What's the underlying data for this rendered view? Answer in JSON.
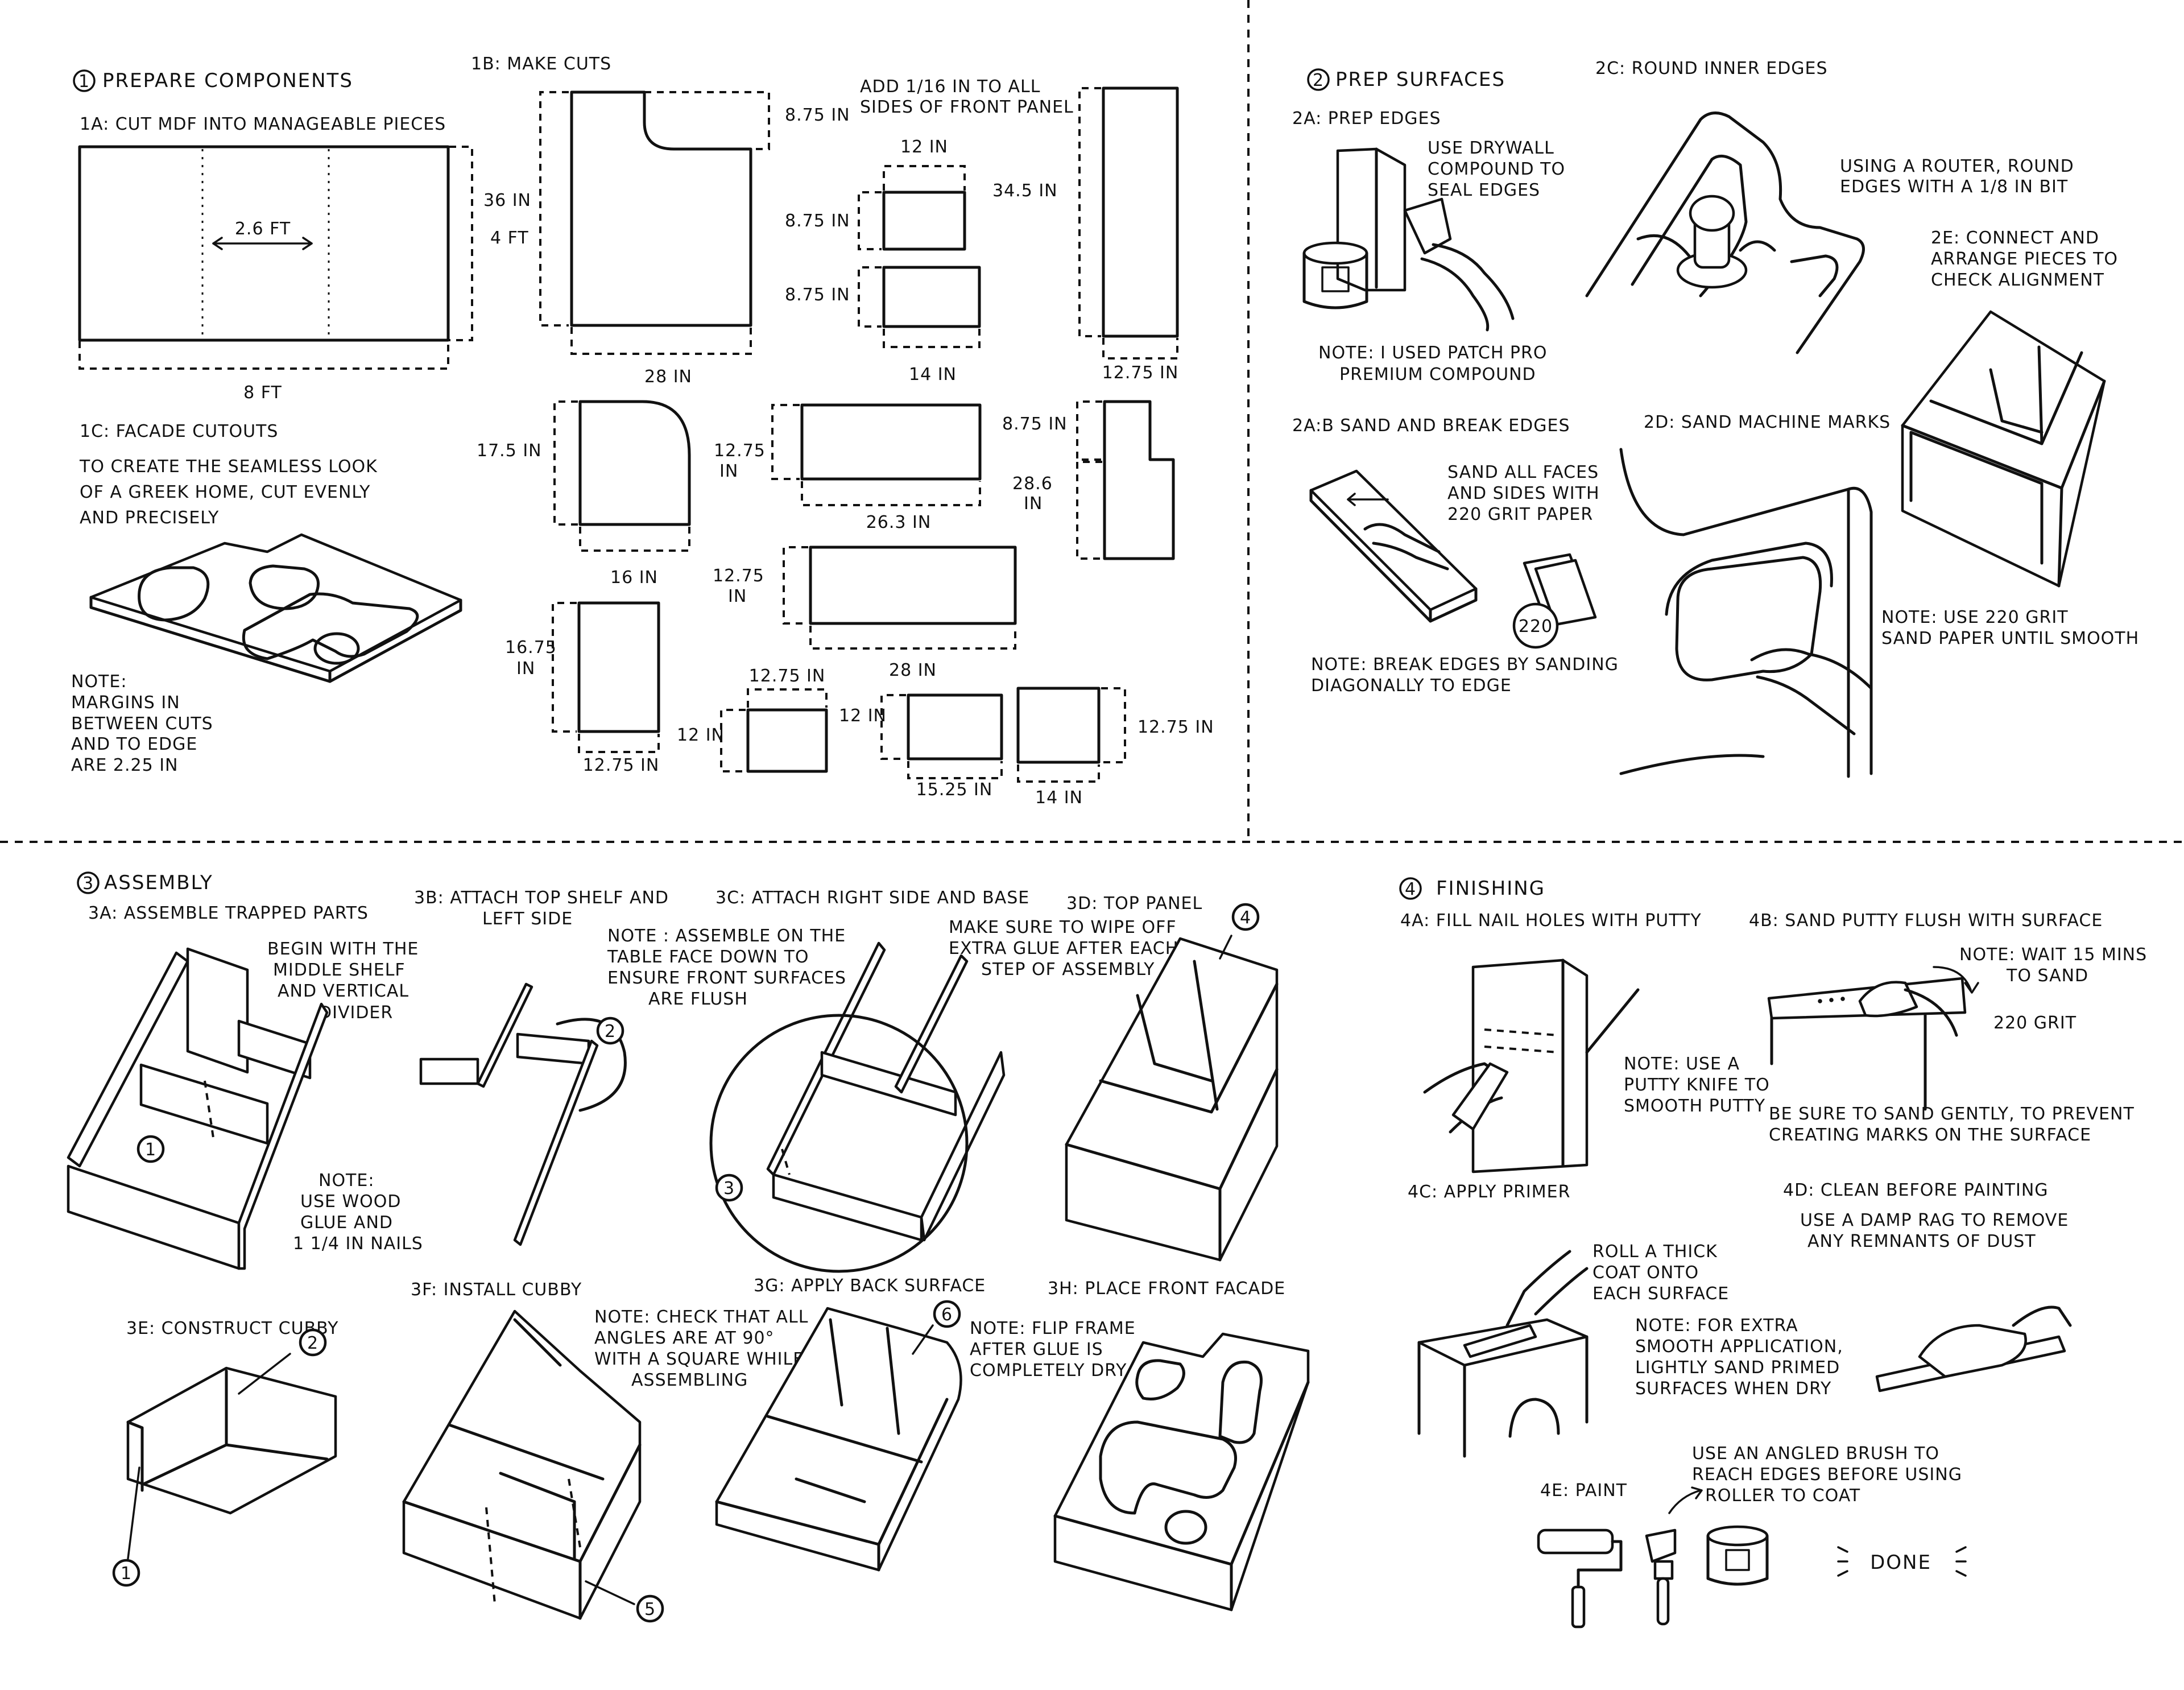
{
  "section1": {
    "title": "PREPARE COMPONENTS",
    "num": "1",
    "s1a": "1A: CUT MDF INTO MANAGEABLE PIECES",
    "dim_26": "2.6 FT",
    "dim_4ft": "4 FT",
    "dim_8ft": "8 FT",
    "s1b": "1B: MAKE CUTS",
    "s1c": "1C: FACADE CUTOUTS",
    "s1c_text": [
      "TO CREATE THE SEAMLESS LOOK",
      "OF A GREEK HOME, CUT EVENLY",
      "AND PRECISELY"
    ],
    "note_margins": [
      "NOTE:",
      "MARGINS IN",
      "BETWEEN CUTS",
      "AND TO EDGE",
      "ARE 2.25 IN"
    ],
    "add_note": [
      "ADD 1/16 IN TO ALL",
      "SIDES OF FRONT PANEL"
    ],
    "dims": {
      "d875a": "8.75 IN",
      "d36": "36 IN",
      "d28a": "28 IN",
      "d12a": "12 IN",
      "d875b": "8.75 IN",
      "d875c": "8.75 IN",
      "d14a": "14 IN",
      "d345": "34.5 IN",
      "d1275a": "12.75 IN",
      "d175": "17.5 IN",
      "d16": "16 IN",
      "d1275b": "12.75",
      "d1275b2": "IN",
      "d263": "26.3 IN",
      "d875d": "8.75 IN",
      "d286": "28.6",
      "d286b": "IN",
      "d1275c": "12.75",
      "d1275c2": "IN",
      "d28b": "28 IN",
      "d1675": "16.75",
      "d1675b": "IN",
      "d1275d": "12.75 IN",
      "d1275e": "12.75 IN",
      "d12b": "12 IN",
      "d12c": "12 IN",
      "d1525": "15.25 IN",
      "d14b": "14 IN",
      "d1275f": "12.75 IN"
    }
  },
  "section2": {
    "title": "PREP SURFACES",
    "num": "2",
    "s2a": "2A: PREP EDGES",
    "s2a_text": [
      "USE DRYWALL",
      "COMPOUND TO",
      "SEAL EDGES"
    ],
    "s2a_note": [
      "NOTE: I USED PATCH PRO",
      "PREMIUM COMPOUND"
    ],
    "s2b": "2A:B SAND AND BREAK EDGES",
    "s2b_text": [
      "SAND ALL FACES",
      "AND SIDES WITH",
      "220 GRIT PAPER"
    ],
    "s2b_label": "220",
    "s2b_note": [
      "NOTE: BREAK EDGES BY SANDING",
      "DIAGONALLY TO EDGE"
    ],
    "s2c": "2C: ROUND INNER EDGES",
    "s2c_text": [
      "USING A ROUTER, ROUND",
      "EDGES WITH A 1/8 IN BIT"
    ],
    "s2d": "2D: SAND MACHINE MARKS",
    "s2e": [
      "2E: CONNECT AND",
      "ARRANGE PIECES TO",
      "CHECK ALIGNMENT"
    ],
    "s2e_note": [
      "NOTE: USE 220 GRIT",
      "SAND PAPER UNTIL SMOOTH"
    ]
  },
  "section3": {
    "title": "ASSEMBLY",
    "num": "3",
    "s3a": "3A: ASSEMBLE TRAPPED PARTS",
    "s3a_text": [
      "BEGIN WITH THE",
      "MIDDLE SHELF",
      "AND VERTICAL",
      "DIVIDER"
    ],
    "s3a_note": [
      "NOTE:",
      "USE WOOD",
      "GLUE AND",
      "1 1/4 IN NAILS"
    ],
    "s3b": [
      "3B: ATTACH TOP SHELF AND",
      "LEFT SIDE"
    ],
    "s3b_note": [
      "NOTE : ASSEMBLE ON THE",
      "TABLE FACE DOWN TO",
      "ENSURE FRONT SURFACES",
      "ARE FLUSH"
    ],
    "s3c": "3C: ATTACH RIGHT SIDE AND BASE",
    "s3c_text": [
      "MAKE SURE TO WIPE OFF",
      "EXTRA GLUE AFTER EACH",
      "STEP OF ASSEMBLY"
    ],
    "s3d": "3D: TOP PANEL",
    "s3e": "3E: CONSTRUCT CUBBY",
    "s3f": "3F: INSTALL CUBBY",
    "s3f_note": [
      "NOTE: CHECK THAT ALL",
      "ANGLES ARE AT 90°",
      "WITH A SQUARE WHILE",
      "ASSEMBLING"
    ],
    "s3g": "3G: APPLY BACK SURFACE",
    "s3g_note": [
      "NOTE: FLIP FRAME",
      "AFTER GLUE IS",
      "COMPLETELY DRY"
    ],
    "s3h": "3H: PLACE FRONT FACADE",
    "callouts": {
      "c1a": "1",
      "c2a": "2",
      "c3a": "3",
      "c4a": "4",
      "c2b": "2",
      "c1b": "1",
      "c5": "5",
      "c6": "6"
    }
  },
  "section4": {
    "title": "FINISHING",
    "num": "4",
    "s4a": "4A: FILL NAIL HOLES WITH PUTTY",
    "s4a_note": [
      "NOTE: USE A",
      "PUTTY KNIFE TO",
      "SMOOTH PUTTY"
    ],
    "s4b": "4B: SAND PUTTY FLUSH WITH SURFACE",
    "s4b_note": [
      "NOTE: WAIT 15 MINS",
      "TO SAND"
    ],
    "s4b_grit": "220 GRIT",
    "s4b_text": [
      "BE SURE TO SAND GENTLY, TO PREVENT",
      "CREATING MARKS ON THE SURFACE"
    ],
    "s4c": "4C: APPLY PRIMER",
    "s4c_text": [
      "ROLL A THICK",
      "COAT ONTO",
      "EACH SURFACE"
    ],
    "s4c_note": [
      "NOTE: FOR EXTRA",
      "SMOOTH APPLICATION,",
      "LIGHTLY SAND PRIMED",
      "SURFACES WHEN DRY"
    ],
    "s4d": "4D: CLEAN BEFORE PAINTING",
    "s4d_text": [
      "USE A DAMP RAG TO REMOVE",
      "ANY REMNANTS OF DUST"
    ],
    "s4e": "4E: PAINT",
    "s4e_text": [
      "USE AN ANGLED BRUSH TO",
      "REACH EDGES BEFORE USING",
      "ROLLER TO COAT"
    ],
    "done": "DONE"
  }
}
